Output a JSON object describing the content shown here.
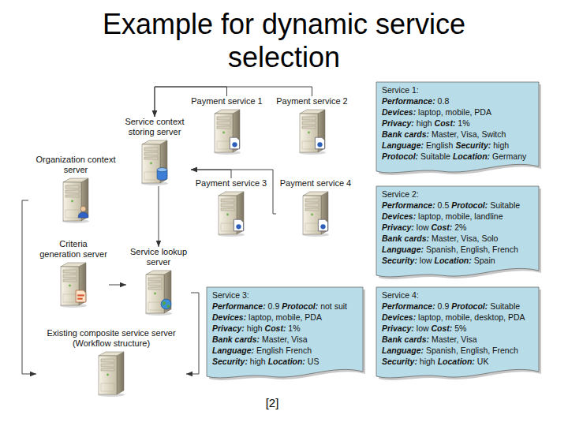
{
  "diagram": {
    "title": "Example for dynamic service selection",
    "nodes": [
      {
        "text": [
          "Payment service 1"
        ]
      },
      {
        "text": [
          "Payment service 2"
        ]
      },
      {
        "text": [
          "Service context storing server"
        ]
      },
      {
        "text": [
          "Organization context server"
        ]
      },
      {
        "text": [
          "Payment service 3"
        ]
      },
      {
        "text": [
          "Payment service 4"
        ]
      },
      {
        "text": [
          "Criteria generation server"
        ]
      },
      {
        "text": [
          "Service lookup server"
        ]
      },
      {
        "text": [
          "Existing composite service server (Workflow structure)"
        ]
      },
      {
        "text": [
          "Service 1:",
          "Performance: 0.8",
          "Devices: laptop, mobile, PDA",
          "Privacy: high Cost: 1%",
          "Bank cards: Master, Visa, Switch",
          "Language: English Security: high",
          "Protocol: Suitable Location: Germany"
        ]
      },
      {
        "text": [
          "Service 2:",
          "Performance: 0.5 Protocol: Suitable",
          "Devices: laptop, mobile, landline",
          "Privacy: low Cost: 2%",
          "Bank cards: Master, Visa, Solo",
          "Language: Spanish, English, French",
          "Security: low Location: Spain"
        ]
      },
      {
        "text": [
          "Service 3:",
          "Performance: 0.9 Protocol: not suit",
          "Devices: laptop, mobile, PDA",
          "Privacy: high Cost: 1%",
          "Bank cards: Master, Visa",
          "Language: English French",
          "Security: high Location: US"
        ]
      },
      {
        "text": [
          "Service 4:",
          "Performance: 0.9 Protocol: Suitable",
          "Devices: laptop, mobile, desktop, PDA",
          "Privacy: low Cost: 5%",
          "Bank cards: Master, Visa",
          "Language: Spanish, English, French",
          "Security: high Location: UK"
        ]
      }
    ],
    "edges": [
      {
        "from": 0,
        "to": 2,
        "arrow": "to"
      },
      {
        "from": 1,
        "to": 2,
        "arrow": "to"
      },
      {
        "from": 4,
        "to": 2,
        "arrow": "to"
      },
      {
        "from": 5,
        "to": 2,
        "arrow": "to"
      },
      {
        "from": 2,
        "to": 7,
        "arrow": "to"
      },
      {
        "from": 6,
        "to": 7,
        "arrow": "to"
      },
      {
        "from": 7,
        "to": 8,
        "arrow": "to"
      },
      {
        "from": 3,
        "to": 8,
        "arrow": "to"
      }
    ],
    "labels": [
      "[2]"
    ]
  }
}
